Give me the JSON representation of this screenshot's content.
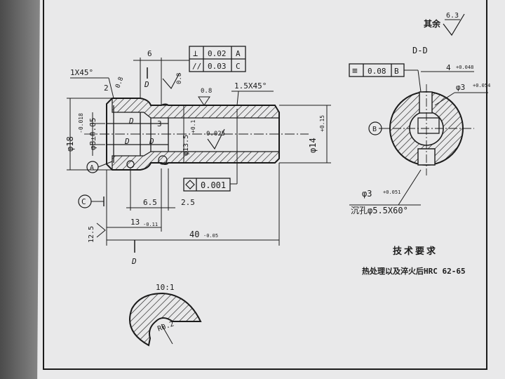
{
  "roughness": {
    "rest_label": "其余",
    "rest_value": "6.3",
    "r08": "0.8",
    "r08b": "0.8",
    "r12_5": "12.5",
    "r0_8c": "0.8"
  },
  "views": {
    "section": "D-D",
    "detail_scale": "10:1"
  },
  "section_marks": {
    "d1": "D",
    "d2": "D",
    "d3": "D",
    "d4": "D",
    "d5": "D"
  },
  "datums": {
    "a": "A",
    "b": "B",
    "c": "C"
  },
  "gdt": {
    "perp_sym": "⊥",
    "perp_val": "0.02",
    "perp_ref": "A",
    "par_sym": "//",
    "par_val": "0.03",
    "par_ref": "C",
    "sym_sym": "≡",
    "sym_val": "0.08",
    "sym_ref": "B",
    "circ_val": "0.001"
  },
  "dims": {
    "chamfer1": "1X45°",
    "chamfer2": "1.5X45°",
    "d6": "6",
    "d2": "2",
    "d3": "3",
    "dia18": "φ18",
    "dia18_tol": "-0.018",
    "dia8": "φ8±0.05",
    "dia13": "φ13.5",
    "dia13_tol": "+0.1",
    "dia14": "φ14",
    "dia14_tol": "+0.15",
    "angle": "0.025",
    "d6_5": "6.5",
    "d2_5": "2.5",
    "d13": "13",
    "d13_tol": "-0.11",
    "d40": "40",
    "d40_tol": "-0.05",
    "sec_width": "4",
    "sec_width_tol": "+0.048",
    "dia3a": "φ3",
    "dia3a_tol": "+0.054",
    "dia3b": "φ3",
    "dia3b_tol": "+0.051",
    "csk": "沉孔φ5.5X60°",
    "r0_2": "R0.2"
  },
  "notes": {
    "title": "技术要求",
    "body": "热处理以及淬火后HRC 62-65"
  }
}
